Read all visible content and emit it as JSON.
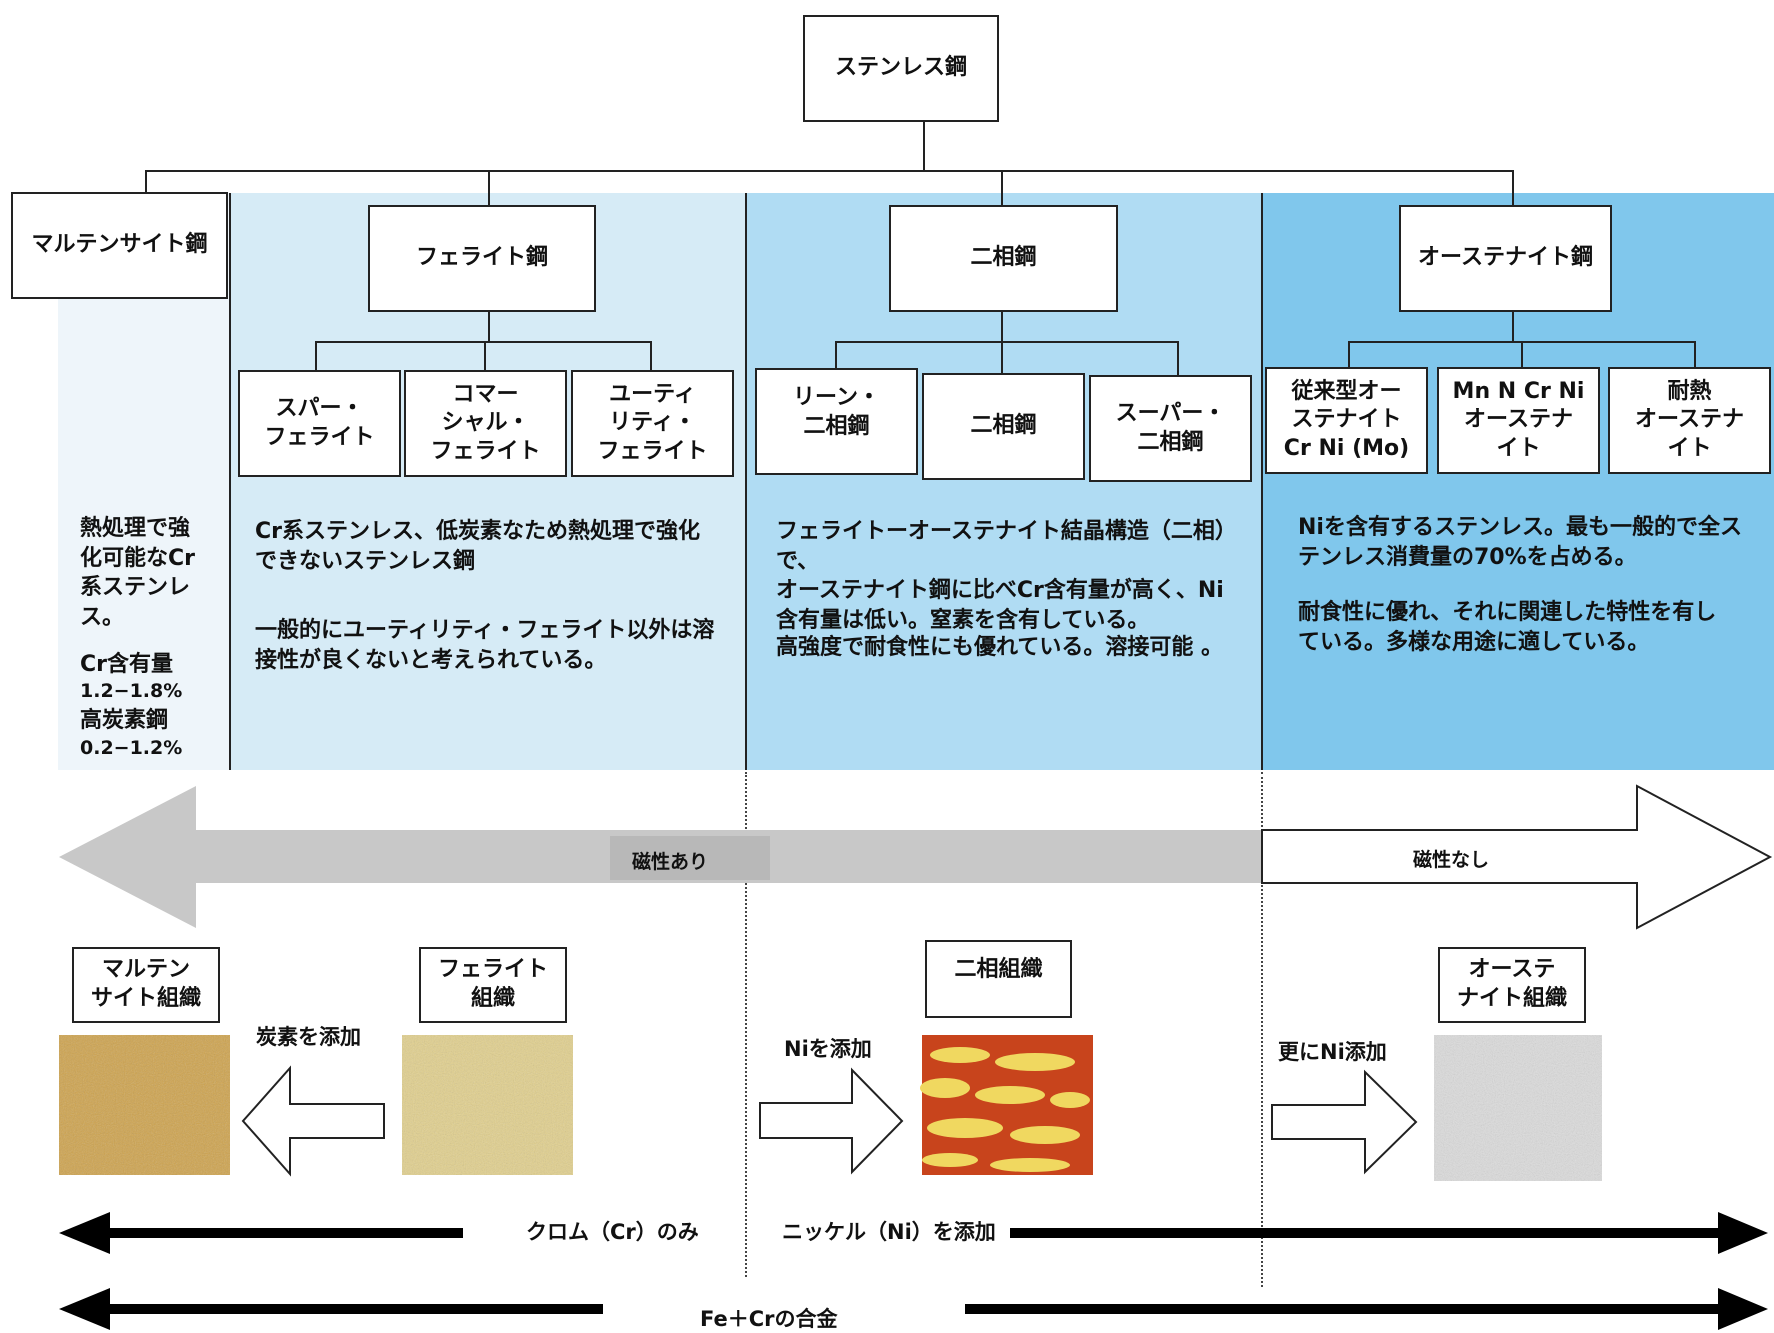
{
  "root": {
    "label": "ステンレス鋼"
  },
  "families": {
    "martensite": {
      "label": "マルテンサイト鋼",
      "description": "熱処理で強\n化可能なCr\n系ステンレ\nス。",
      "cr_label": "Cr含有量",
      "cr_value": "1.2−1.8%",
      "c_label": "高炭素鋼",
      "c_value": "0.2−1.2%"
    },
    "ferrite": {
      "label": "フェライト鋼",
      "subtypes": [
        "スパー・\nフェライト",
        "コマー\nシャル・\nフェライト",
        "ユーティ\nリティ・\nフェライト"
      ],
      "description1": "Cr系ステンレス、低炭素なため熱処理で強化\nできないステンレス鋼",
      "description2": "一般的にユーティリティ・フェライト以外は溶\n接性が良くないと考えられている。"
    },
    "duplex": {
      "label": "二相鋼",
      "subtypes": [
        "リーン・\n二相鋼",
        "二相鋼",
        "スーパー・\n二相鋼"
      ],
      "description1": "フェライトーオーステナイト結晶構造（二相）で、\nオーステナイト鋼に比べCr含有量が高く、Ni\n含有量は低い。窒素を含有している。",
      "description2": "高強度で耐食性にも優れている。溶接可能 。"
    },
    "austenite": {
      "label": "オーステナイト鋼",
      "subtypes": [
        "従来型オー\nステナイト\nCr Ni (Mo)",
        "Mn N Cr Ni\nオーステナ\nイト",
        "耐熱\nオーステナ\nイト"
      ],
      "description1": "Niを含有するステンレス。最も一般的で全ス\nテンレス消費量の70%を占める。",
      "description2": "耐食性に優れ、それに関連した特性を有し\nている。多様な用途に適している。"
    }
  },
  "magnetism": {
    "magnetic": "磁性あり",
    "non_magnetic": "磁性なし"
  },
  "structures": {
    "martensite": "マルテン\nサイト組織",
    "ferrite": "フェライト\n組織",
    "duplex": "二相組織",
    "austenite": "オーステ\nナイト組織"
  },
  "transitions": {
    "add_carbon": "炭素を添加",
    "add_ni": "Niを添加",
    "more_ni": "更にNi添加"
  },
  "bottom": {
    "chromium_only": "クロム（Cr）のみ",
    "nickel_added": "ニッケル（Ni）を添加",
    "fe_cr_alloy": "Fe＋Crの合金"
  },
  "colors": {
    "band_martensite": "#eef5fa",
    "band_ferrite": "#d6ebf6",
    "band_duplex": "#b0dcf3",
    "band_austenite": "#80c7ec",
    "magnetic_arrow": "#c8c8c8"
  }
}
